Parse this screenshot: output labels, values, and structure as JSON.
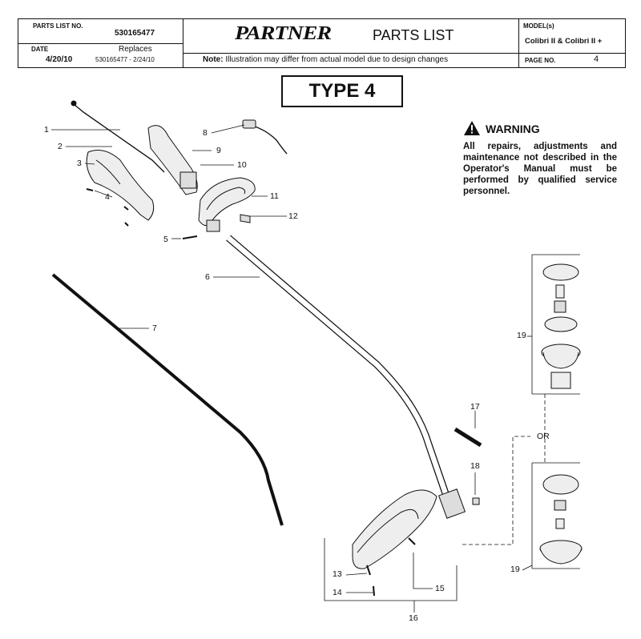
{
  "header": {
    "parts_list_no_label": "PARTS LIST NO.",
    "parts_list_no": "530165477",
    "date_label": "DATE",
    "date": "4/20/10",
    "replaces_label": "Replaces",
    "replaces_value": "530165477 - 2/24/10",
    "brand": "PARTNER",
    "title": "PARTS LIST",
    "note_label": "Note:",
    "note_text": "Illustration may differ from actual model due to design changes",
    "model_label": "MODEL(s)",
    "model_value": "Colibri II & Colibri II +",
    "page_label": "PAGE   NO.",
    "page_no": "4"
  },
  "type_label": "TYPE 4",
  "warning": {
    "heading": "WARNING",
    "body": "All repairs, adjustments and maintenance not described in the Operator's Manual must be performed by qualified service personnel."
  },
  "callouts": {
    "c1": "1",
    "c2": "2",
    "c3": "3",
    "c4": "4",
    "c5": "5",
    "c6": "6",
    "c7": "7",
    "c8": "8",
    "c9": "9",
    "c10": "10",
    "c11": "11",
    "c12": "12",
    "c13": "13",
    "c14": "14",
    "c15": "15",
    "c16": "16",
    "c17": "17",
    "c18": "18",
    "c19a": "19",
    "c19b": "19",
    "or": "OR"
  }
}
